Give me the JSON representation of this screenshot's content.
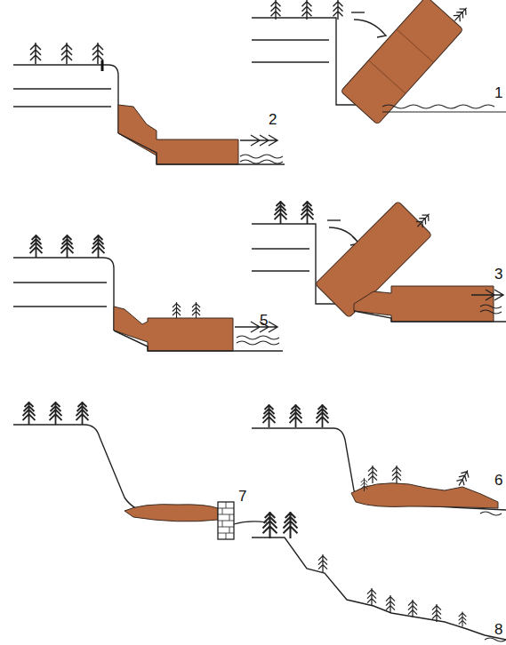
{
  "diagram": {
    "labels": [
      "2",
      "1",
      "5",
      "3",
      "7",
      "6",
      "8"
    ]
  }
}
